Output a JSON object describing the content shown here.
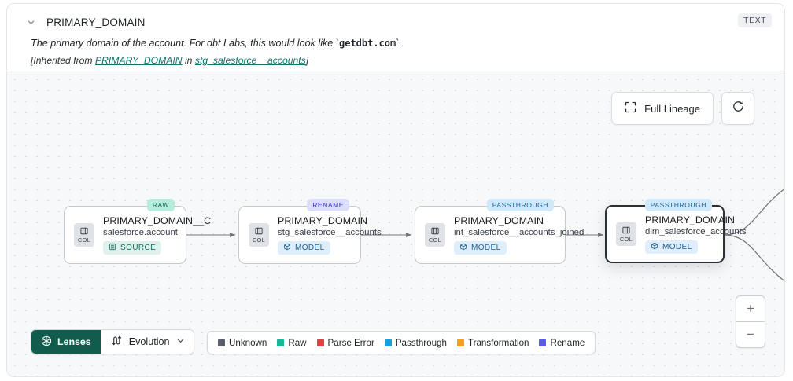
{
  "header": {
    "collapse_icon": "chevron-down-icon",
    "title": "PRIMARY_DOMAIN",
    "type_badge": "TEXT",
    "description_prefix": "The primary domain of the account. For dbt Labs, this would look like `",
    "description_code": "getdbt.com",
    "description_suffix": "`.",
    "inherited_prefix": "[Inherited from ",
    "inherited_link1": "PRIMARY_DOMAIN",
    "inherited_mid": " in ",
    "inherited_link2": "stg_salesforce__accounts",
    "inherited_suffix": "]"
  },
  "controls": {
    "full_lineage_label": "Full Lineage",
    "full_lineage_icon": "expand-icon",
    "refresh_icon": "refresh-icon",
    "zoom_in": "+",
    "zoom_out": "−"
  },
  "graph": {
    "nodes": [
      {
        "id": "n1",
        "title": "PRIMARY_DOMAIN__C",
        "subtitle": "salesforce.account",
        "col_label": "COL",
        "kind_label": "SOURCE",
        "kind_class": "kind-source",
        "kind_icon": "database-icon",
        "type_label": "RAW",
        "type_class": "tb-raw",
        "selected": false
      },
      {
        "id": "n2",
        "title": "PRIMARY_DOMAIN",
        "subtitle": "stg_salesforce__accounts",
        "col_label": "COL",
        "kind_label": "MODEL",
        "kind_class": "kind-model",
        "kind_icon": "cube-icon",
        "type_label": "RENAME",
        "type_class": "tb-ren",
        "selected": false
      },
      {
        "id": "n3",
        "title": "PRIMARY_DOMAIN",
        "subtitle": "int_salesforce__accounts_joined",
        "col_label": "COL",
        "kind_label": "MODEL",
        "kind_class": "kind-model",
        "kind_icon": "cube-icon",
        "type_label": "PASSTHROUGH",
        "type_class": "tb-pass",
        "selected": false
      },
      {
        "id": "n4",
        "title": "PRIMARY_DOMAIN",
        "subtitle": "dim_salesforce_accounts",
        "col_label": "COL",
        "kind_label": "MODEL",
        "kind_class": "kind-model",
        "kind_icon": "cube-icon",
        "type_label": "PASSTHROUGH",
        "type_class": "tb-pass",
        "selected": true
      }
    ]
  },
  "toolbar": {
    "lenses_label": "Lenses",
    "lenses_icon": "aperture-icon",
    "evolution_label": "Evolution",
    "evolution_icon": "evolution-icon",
    "evolution_caret": "chevron-down-icon"
  },
  "legend": {
    "items": [
      {
        "label": "Unknown",
        "color": "#5a6069"
      },
      {
        "label": "Raw",
        "color": "#17b897"
      },
      {
        "label": "Parse Error",
        "color": "#e04142"
      },
      {
        "label": "Passthrough",
        "color": "#1a9fe0"
      },
      {
        "label": "Transformation",
        "color": "#f0a118"
      },
      {
        "label": "Rename",
        "color": "#5b5bea"
      }
    ]
  }
}
